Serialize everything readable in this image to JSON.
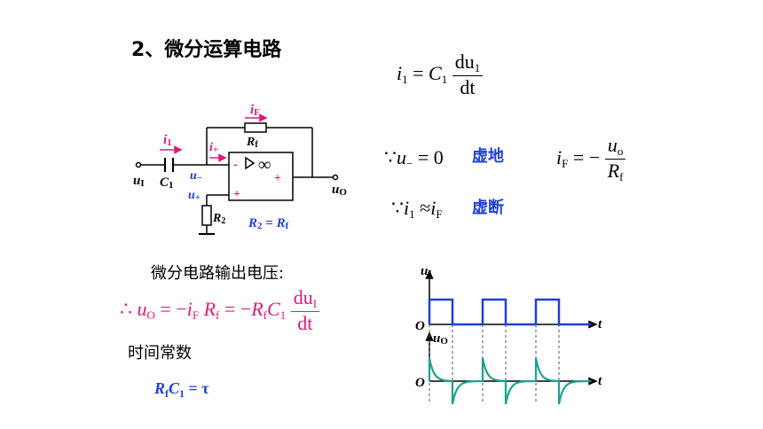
{
  "title": "2、微分运算电路",
  "eq_top": {
    "lhs": "i",
    "lhs_sub": "1",
    "eq": " = ",
    "c": "C",
    "c_sub": "1",
    "num": "du",
    "num_sub": "1",
    "den": "dt"
  },
  "eq_virtual_ground": {
    "because": "∵",
    "u": "u",
    "u_sub": "−",
    "rest": " = 0"
  },
  "virtual_ground_label": "虚地",
  "eq_if": {
    "lhs": "i",
    "lhs_sub": "F",
    "eq": " = −",
    "num": "u",
    "num_sub": "o",
    "den": "R",
    "den_sub": "f"
  },
  "eq_virtual_open": {
    "because": "∵",
    "a": "i",
    "a_sub": "1",
    "approx": " ≈",
    "b": "i",
    "b_sub": "F"
  },
  "virtual_open_label": "虚断",
  "output_label": "微分电路输出电压:",
  "output_eq": {
    "therefore": "∴",
    "u": "u",
    "u_sub": "O",
    "p1": " = −",
    "i": "i",
    "i_sub": "F",
    "r": "R",
    "r_sub": "f",
    "p2": " = −",
    "r2": "R",
    "r2_sub": "f",
    "c": "C",
    "c_sub": "1",
    "num": "du",
    "num_sub": "I",
    "den": "dt"
  },
  "time_constant_label": "时间常数",
  "time_constant_eq": {
    "r": "R",
    "r_sub": "f",
    "c": "C",
    "c_sub": "1",
    "rest": " = τ"
  },
  "circuit": {
    "if_label": "i",
    "if_sub": "F",
    "rf_label": "R",
    "rf_sub": "f",
    "i1_label": "i",
    "i1_sub": "1",
    "iplus_label": "i",
    "iplus_sub": "+",
    "uminus_label": "u",
    "uminus_sub": "−",
    "uplus_label": "u",
    "uplus_sub": "+",
    "ui_label": "u",
    "ui_sub": "I",
    "c1_label": "C",
    "c1_sub": "1",
    "uo_label": "u",
    "uo_sub": "O",
    "r2_label": "R",
    "r2_sub": "2",
    "inf_symbol": "∞",
    "minus_sign": "-",
    "plus_sign": "+",
    "out_plus": "+",
    "r2rf_eq": {
      "r2": "R",
      "r2_sub": "2",
      "mid": " = ",
      "rf": "R",
      "rf_sub": "f"
    }
  },
  "waveforms": {
    "top_label": "u",
    "top_sub": "I",
    "bottom_label": "u",
    "bottom_sub": "O",
    "origin": "O",
    "t_axis": "t",
    "input_color": "#1f3fd6",
    "output_color": "#1aa38f",
    "pulses": 3
  }
}
